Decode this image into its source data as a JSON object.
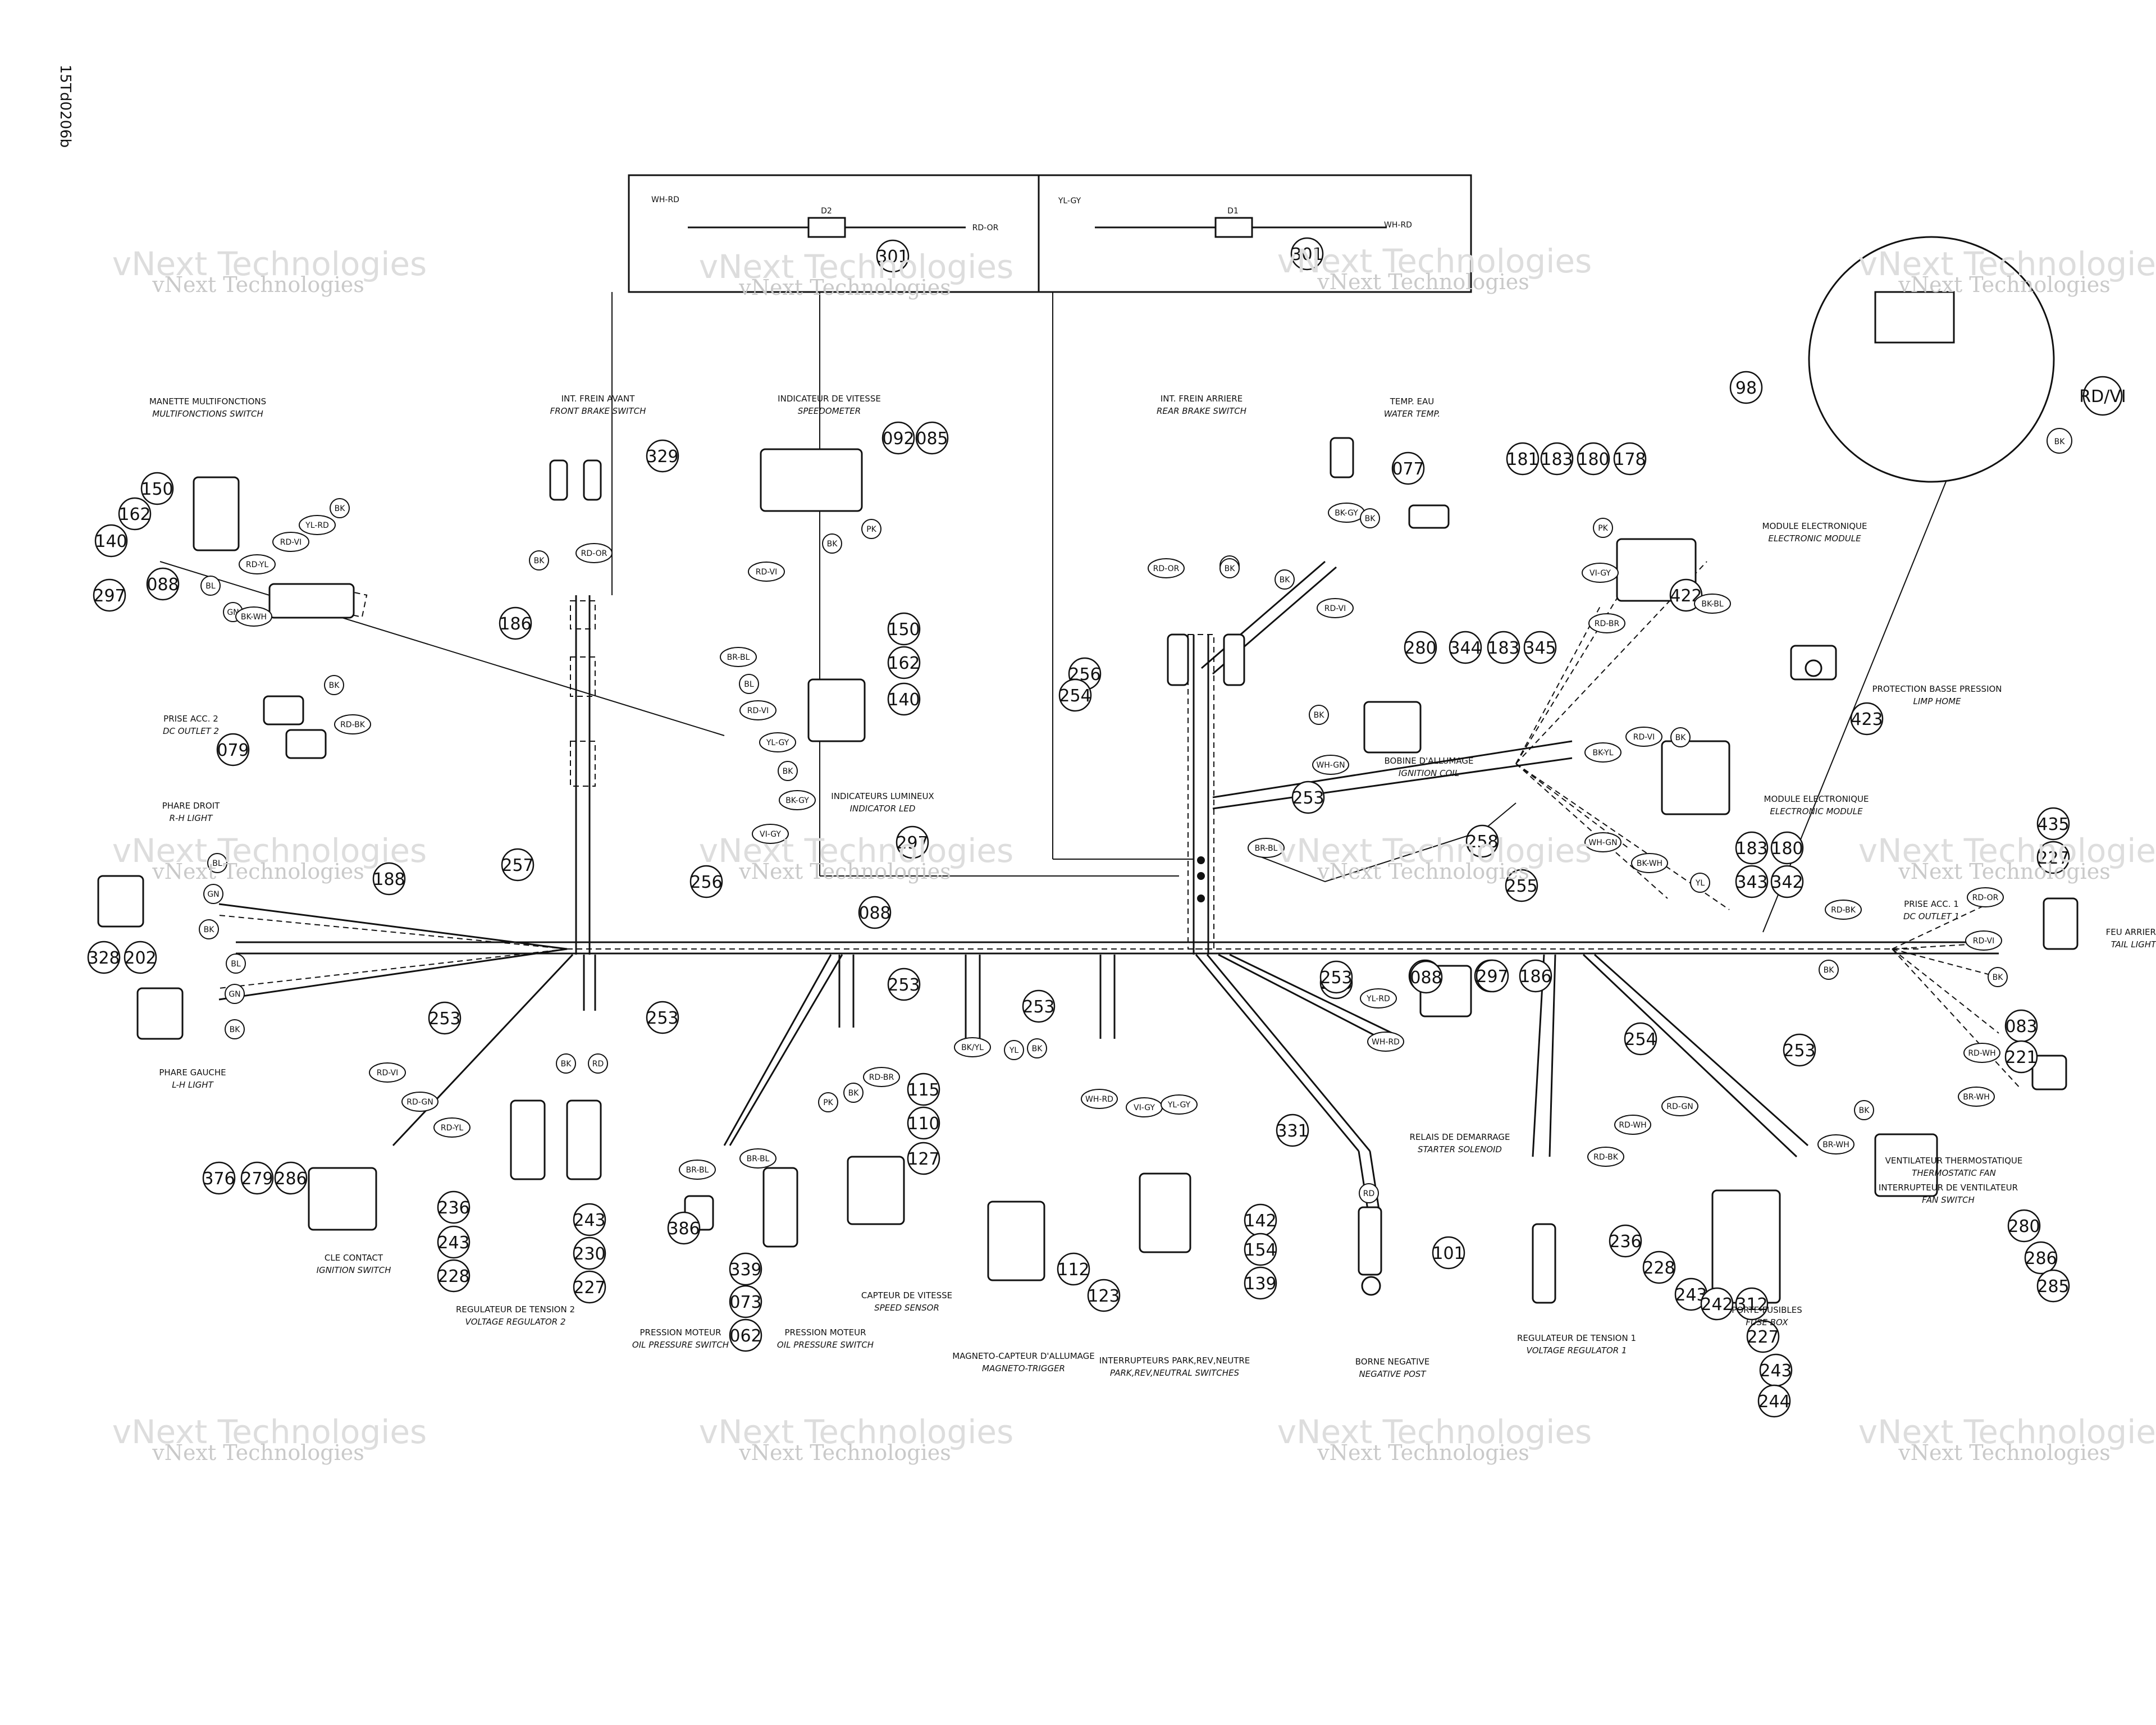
{
  "drawing_code": "15Td0206b",
  "watermark": {
    "line1": "vNext Technologies",
    "line2": "vNext Technologies"
  },
  "insets": {
    "left": {
      "wire_left": "WH-RD",
      "wire_right": "RD-OR",
      "splice": "D2",
      "ref": "301"
    },
    "right": {
      "wire_left": "YL-GY",
      "wire_right": "WH-RD",
      "splice": "D1",
      "ref": "301"
    },
    "detail": {
      "ref_left": "98",
      "ref_right": "RD/VI",
      "ref_bottom": "BK"
    }
  },
  "labels": [
    {
      "id": "multifunction",
      "fr": "MANETTE MULTIFONCTIONS",
      "en": "MULTIFONCTIONS SWITCH"
    },
    {
      "id": "front-brake",
      "fr": "INT. FREIN AVANT",
      "en": "FRONT BRAKE SWITCH"
    },
    {
      "id": "speedometer",
      "fr": "INDICATEUR DE VITESSE",
      "en": "SPEEDOMETER"
    },
    {
      "id": "rear-brake",
      "fr": "INT. FREIN ARRIERE",
      "en": "REAR BRAKE SWITCH"
    },
    {
      "id": "water-temp",
      "fr": "TEMP. EAU",
      "en": "WATER TEMP."
    },
    {
      "id": "electronic-module-1",
      "fr": "MODULE ELECTRONIQUE",
      "en": "ELECTRONIC MODULE"
    },
    {
      "id": "limp-home",
      "fr": "PROTECTION BASSE PRESSION",
      "en": "LIMP HOME"
    },
    {
      "id": "dc-outlet-2",
      "fr": "PRISE ACC. 2",
      "en": "DC OUTLET 2"
    },
    {
      "id": "ignition-coil",
      "fr": "BOBINE D'ALLUMAGE",
      "en": "IGNITION COIL"
    },
    {
      "id": "rh-light",
      "fr": "PHARE DROIT",
      "en": "R-H LIGHT"
    },
    {
      "id": "indicator-led",
      "fr": "INDICATEURS LUMINEUX",
      "en": "INDICATOR LED"
    },
    {
      "id": "electronic-module-2",
      "fr": "MODULE ELECTRONIQUE",
      "en": "ELECTRONIC MODULE"
    },
    {
      "id": "dc-outlet-1",
      "fr": "PRISE ACC. 1",
      "en": "DC OUTLET 1"
    },
    {
      "id": "tail-light",
      "fr": "FEU ARRIERE",
      "en": "TAIL LIGHT"
    },
    {
      "id": "lh-light",
      "fr": "PHARE GAUCHE",
      "en": "L-H LIGHT"
    },
    {
      "id": "ignition-switch",
      "fr": "CLE CONTACT",
      "en": "IGNITION SWITCH"
    },
    {
      "id": "voltage-regulator-2",
      "fr": "REGULATEUR DE TENSION 2",
      "en": "VOLTAGE REGULATOR 2"
    },
    {
      "id": "oil-pressure-1",
      "fr": "PRESSION MOTEUR",
      "en": "OIL PRESSURE SWITCH"
    },
    {
      "id": "oil-pressure-2",
      "fr": "PRESSION MOTEUR",
      "en": "OIL PRESSURE SWITCH"
    },
    {
      "id": "speed-sensor",
      "fr": "CAPTEUR DE VITESSE",
      "en": "SPEED SENSOR"
    },
    {
      "id": "magneto-trigger",
      "fr": "MAGNETO-CAPTEUR D'ALLUMAGE",
      "en": "MAGNETO-TRIGGER"
    },
    {
      "id": "park-switches",
      "fr": "INTERRUPTEURS PARK,REV,NEUTRE",
      "en": "PARK,REV,NEUTRAL SWITCHES"
    },
    {
      "id": "negative-post",
      "fr": "BORNE NEGATIVE",
      "en": "NEGATIVE POST"
    },
    {
      "id": "starter-solenoid",
      "fr": "RELAIS DE DEMARRAGE",
      "en": "STARTER SOLENOID"
    },
    {
      "id": "voltage-regulator-1",
      "fr": "REGULATEUR DE TENSION 1",
      "en": "VOLTAGE REGULATOR 1"
    },
    {
      "id": "fuse-box",
      "fr": "PORTE-FUSIBLES",
      "en": "FUSE BOX"
    },
    {
      "id": "fan-switch",
      "fr": "INTERRUPTEUR DE VENTILATEUR",
      "en": "FAN SWITCH"
    },
    {
      "id": "thermostatic-fan",
      "fr": "VENTILATEUR THERMOSTATIQUE",
      "en": "THERMOSTATIC FAN"
    }
  ],
  "callouts": [
    "150",
    "162",
    "140",
    "297",
    "088",
    "329",
    "092",
    "085",
    "186",
    "150",
    "162",
    "140",
    "079",
    "297",
    "088",
    "257",
    "188",
    "256",
    "328",
    "202",
    "253",
    "253",
    "376",
    "279",
    "286",
    "236",
    "243",
    "228",
    "243",
    "230",
    "227",
    "253",
    "115",
    "110",
    "127",
    "386",
    "339",
    "073",
    "062",
    "253",
    "112",
    "123",
    "142",
    "154",
    "139",
    "331",
    "101",
    "297",
    "088",
    "253",
    "256",
    "254",
    "077",
    "280",
    "344",
    "183",
    "345",
    "253",
    "258",
    "181",
    "183",
    "180",
    "178",
    "422",
    "423",
    "255",
    "183",
    "180",
    "343",
    "342",
    "253",
    "088",
    "297",
    "186",
    "254",
    "236",
    "228",
    "243",
    "253",
    "242",
    "312",
    "227",
    "243",
    "244",
    "280",
    "286",
    "285",
    "435",
    "227",
    "083",
    "221",
    "98"
  ],
  "wire_codes": [
    "BK",
    "YL-RD",
    "RD-VI",
    "RD-YL",
    "BL",
    "GN",
    "BK-WH",
    "BK",
    "RD-OR",
    "RD-VI",
    "BK",
    "PK",
    "BR-BL",
    "BL",
    "RD-VI",
    "YL-GY",
    "BK",
    "BK-GY",
    "VI-GY",
    "BK",
    "RD-BK",
    "BL",
    "GN",
    "BK",
    "BL",
    "GN",
    "BK",
    "RD-VI",
    "RD-GN",
    "RD-YL",
    "BK",
    "RD",
    "BR-BL",
    "BR-BL",
    "PK",
    "BK",
    "RD-BR",
    "BK/YL",
    "YL",
    "BK",
    "WH-RD",
    "VI-GY",
    "YL-GY",
    "BK",
    "RD-OR",
    "BK",
    "BK-GY",
    "BK",
    "BK",
    "RD-VI",
    "BK",
    "WH-GN",
    "BR-BL",
    "PK",
    "VI-GY",
    "RD-BR",
    "BK-BL",
    "RD-VI",
    "BK",
    "BK-YL",
    "WH-GN",
    "BK-WH",
    "YL",
    "YL-RD",
    "WH-RD",
    "RD",
    "RD-WH",
    "RD-GN",
    "RD-BK",
    "BK",
    "BR-WH",
    "RD-BK",
    "BK",
    "RD-OR",
    "RD-VI",
    "BK",
    "RD-WH",
    "BR-WH"
  ]
}
